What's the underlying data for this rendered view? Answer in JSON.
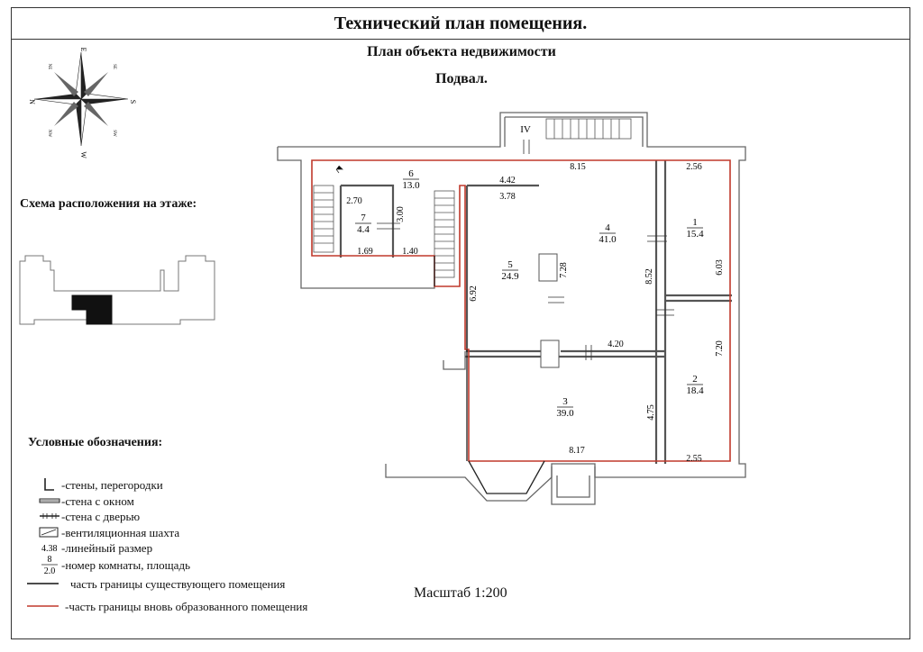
{
  "title": "Технический план помещения.",
  "subtitle": "План объекта недвижимости",
  "floor": "Подвал.",
  "compass": {
    "n": "N",
    "s": "S",
    "e": "E",
    "w": "W",
    "ne": "NE",
    "nw": "NW",
    "se": "SE",
    "sw": "SW"
  },
  "scheme_title": "Схема расположения на этаже:",
  "legend_title": "Условные обозначения:",
  "legend": [
    {
      "label": "-стены, перегородки"
    },
    {
      "label": "-стена с окном"
    },
    {
      "label": "-стена с дверью"
    },
    {
      "label": "-вентиляционная шахта"
    },
    {
      "sample": "4.38",
      "label": "-линейный размер"
    },
    {
      "sample_top": "8",
      "sample_bottom": "2.0",
      "label": "-номер комнаты, площадь"
    },
    {
      "label": "часть границы существующего помещения"
    },
    {
      "label": "-часть границы вновь образованного помещения"
    }
  ],
  "scale": "Масштаб 1:200",
  "stair_label": "IV",
  "rooms": [
    {
      "num": "1",
      "area": "15.4"
    },
    {
      "num": "2",
      "area": "18.4"
    },
    {
      "num": "3",
      "area": "39.0"
    },
    {
      "num": "4",
      "area": "41.0"
    },
    {
      "num": "5",
      "area": "24.9"
    },
    {
      "num": "6",
      "area": "13.0"
    },
    {
      "num": "7",
      "area": "4.4"
    }
  ],
  "dimensions": [
    "8.15",
    "4.42",
    "3.78",
    "2.56",
    "6.03",
    "8.52",
    "7.28",
    "6.92",
    "4.20",
    "7.20",
    "4.75",
    "8.17",
    "2.55",
    "2.70",
    "3.00",
    "1.69",
    "1.40"
  ],
  "colors": {
    "new_boundary": "#c0392b",
    "wall": "#555555"
  }
}
